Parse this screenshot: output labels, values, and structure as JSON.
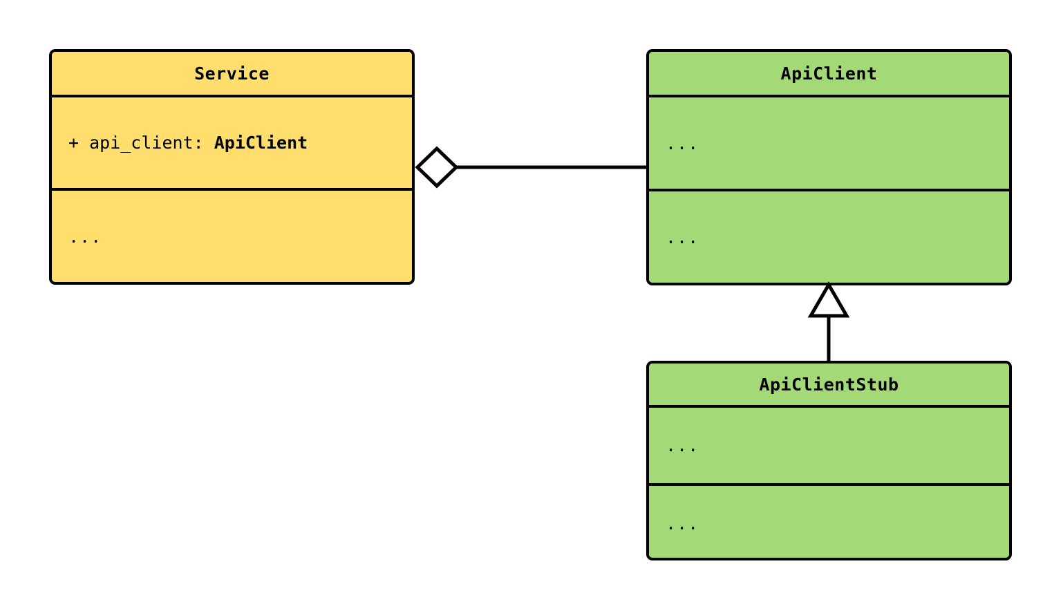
{
  "diagram": {
    "type": "uml-class-diagram",
    "background": "#ffffff",
    "classes": [
      {
        "id": "service",
        "name": "Service",
        "fill": "#ffde6e",
        "border": "#000000",
        "compartments": [
          {
            "kind": "attributes",
            "visibility": "+",
            "label": "+ api_client: ",
            "type_name": "ApiClient"
          },
          {
            "kind": "operations",
            "label": "..."
          }
        ]
      },
      {
        "id": "apiclient",
        "name": "ApiClient",
        "fill": "#a4d978",
        "border": "#000000",
        "compartments": [
          {
            "kind": "attributes",
            "label": "..."
          },
          {
            "kind": "operations",
            "label": "..."
          }
        ]
      },
      {
        "id": "apiclientstub",
        "name": "ApiClientStub",
        "fill": "#a4d978",
        "border": "#000000",
        "compartments": [
          {
            "kind": "attributes",
            "label": "..."
          },
          {
            "kind": "operations",
            "label": "..."
          }
        ]
      }
    ],
    "relationships": [
      {
        "id": "service-aggregates-apiclient",
        "type": "aggregation",
        "source": "Service",
        "target": "ApiClient",
        "marker": "hollow-diamond",
        "marker_at": "source"
      },
      {
        "id": "apiclientstub-inherits-apiclient",
        "type": "generalization",
        "source": "ApiClientStub",
        "target": "ApiClient",
        "marker": "hollow-triangle",
        "marker_at": "target"
      }
    ]
  }
}
